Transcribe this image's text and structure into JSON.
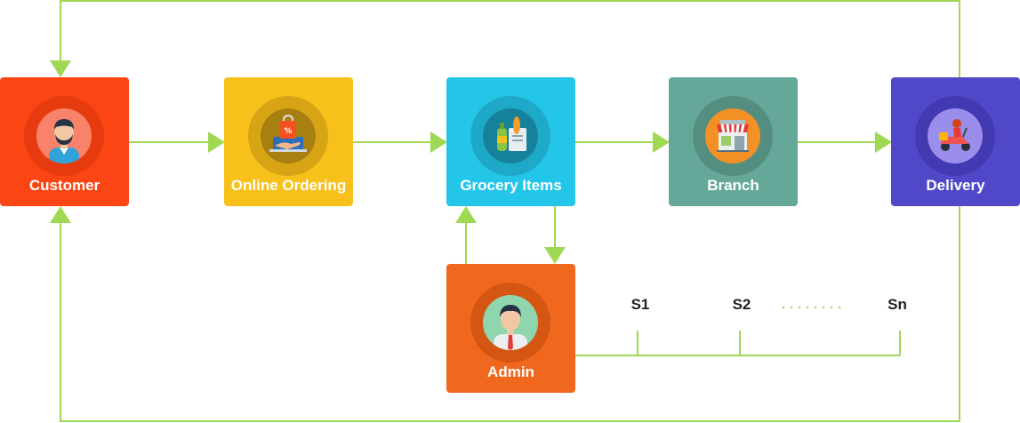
{
  "colors": {
    "line": "#9FD954",
    "customer": "#FC4514",
    "online_ordering": "#F7C01A",
    "grocery_items": "#23C6E9",
    "branch": "#65A899",
    "delivery": "#5148C9",
    "admin": "#F0681E"
  },
  "nodes": {
    "customer": {
      "label": "Customer",
      "icon": "man-avatar-icon"
    },
    "online_ordering": {
      "label": "Online Ordering",
      "icon": "shopping-bag-hand-icon"
    },
    "grocery_items": {
      "label": "Grocery Items",
      "icon": "grocery-items-icon"
    },
    "branch": {
      "label": "Branch",
      "icon": "storefront-icon"
    },
    "delivery": {
      "label": "Delivery",
      "icon": "delivery-scooter-icon"
    },
    "admin": {
      "label": "Admin",
      "icon": "admin-avatar-icon"
    }
  },
  "servers": [
    "S1",
    "S2",
    "Sn"
  ],
  "servers_ellipsis": "........"
}
